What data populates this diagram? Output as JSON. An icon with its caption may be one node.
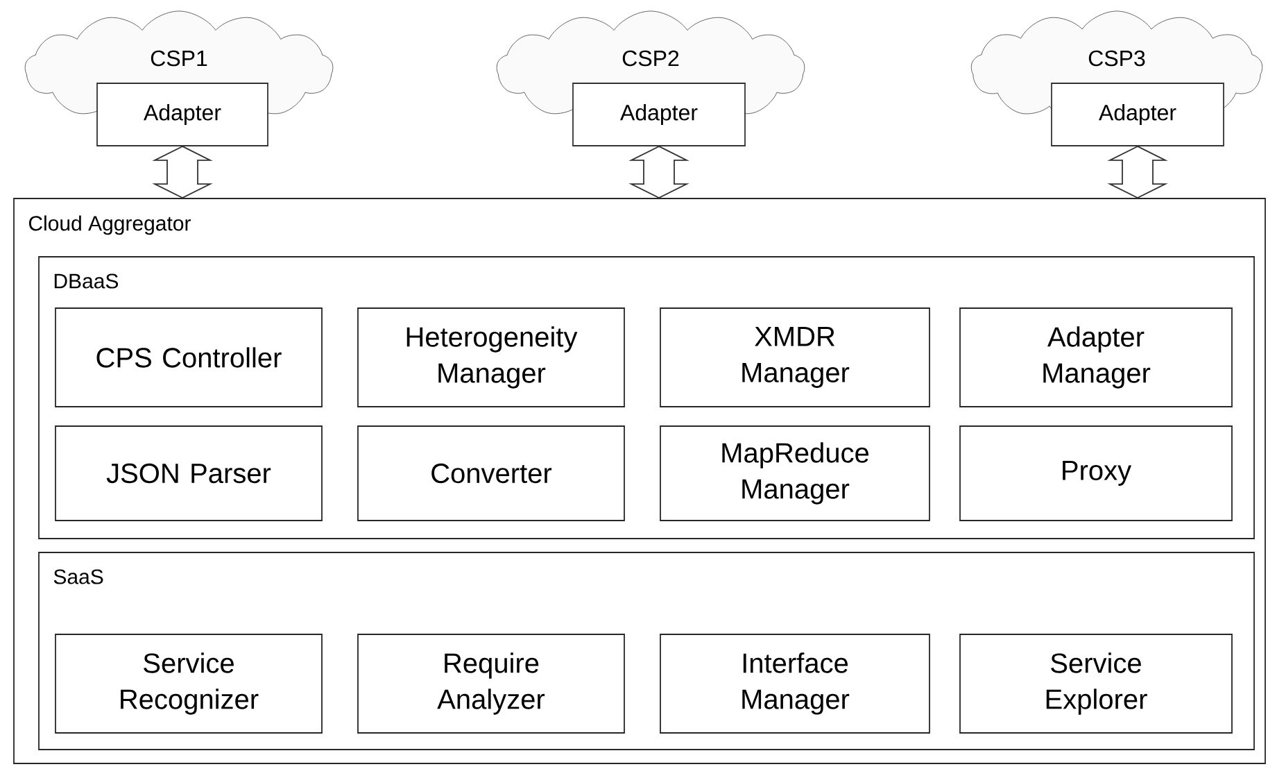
{
  "diagram": {
    "nodes": [
      {
        "text": [
          "CSP1"
        ]
      },
      {
        "text": [
          "Adapter"
        ]
      },
      {
        "text": [
          "CSP2"
        ]
      },
      {
        "text": [
          "Adapter"
        ]
      },
      {
        "text": [
          "CSP3"
        ]
      },
      {
        "text": [
          "Adapter"
        ]
      },
      {
        "text": [
          "Cloud Aggregator"
        ]
      },
      {
        "text": [
          "DBaaS"
        ],
        "in": 6
      },
      {
        "text": [
          "CPS Controller"
        ],
        "in": 7
      },
      {
        "text": [
          "Heterogeneity Manager"
        ],
        "in": 7
      },
      {
        "text": [
          "XMDR Manager"
        ],
        "in": 7
      },
      {
        "text": [
          "Adapter Manager"
        ],
        "in": 7
      },
      {
        "text": [
          "JSON Parser"
        ],
        "in": 7
      },
      {
        "text": [
          "Converter"
        ],
        "in": 7
      },
      {
        "text": [
          "MapReduce Manager"
        ],
        "in": 7
      },
      {
        "text": [
          "Proxy"
        ],
        "in": 7
      },
      {
        "text": [
          "SaaS"
        ],
        "in": 6
      },
      {
        "text": [
          "Service Recognizer"
        ],
        "in": 16
      },
      {
        "text": [
          "Require Analyzer"
        ],
        "in": 16
      },
      {
        "text": [
          "Interface Manager"
        ],
        "in": 16
      },
      {
        "text": [
          "Service Explorer"
        ],
        "in": 16
      }
    ],
    "edges": [
      {
        "from": 1,
        "to": 6,
        "arrow": "both"
      },
      {
        "from": 3,
        "to": 6,
        "arrow": "both"
      },
      {
        "from": 5,
        "to": 6,
        "arrow": "both"
      }
    ]
  }
}
